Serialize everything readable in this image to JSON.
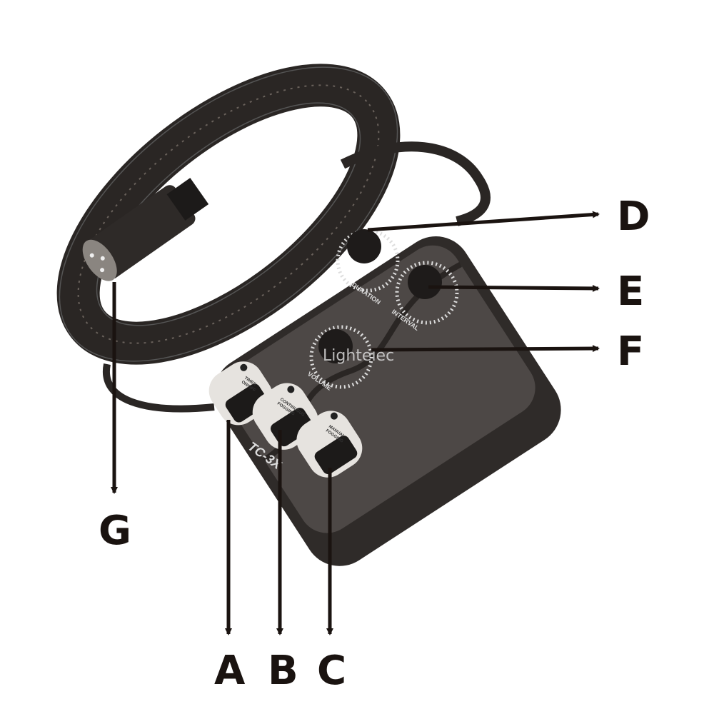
{
  "callouts": {
    "A": "A",
    "B": "B",
    "C": "C",
    "D": "D",
    "E": "E",
    "F": "F",
    "G": "G"
  },
  "device": {
    "model": "TC-3X",
    "knobs": {
      "duration": "DURATION",
      "interval": "INTERVAL",
      "volume": "VOLUME"
    },
    "buttons": {
      "timer": [
        "TIMER",
        "ON/OFF"
      ],
      "continuous": [
        "CONTINUOUS",
        "FOGGING"
      ],
      "manual": [
        "MANUAL",
        "FOGGING"
      ]
    }
  },
  "watermark": "Lightelec",
  "colors": {
    "line": "#1a1310",
    "body": "#3a3532",
    "panel": "#5a5552",
    "cable": "#2a2624"
  }
}
